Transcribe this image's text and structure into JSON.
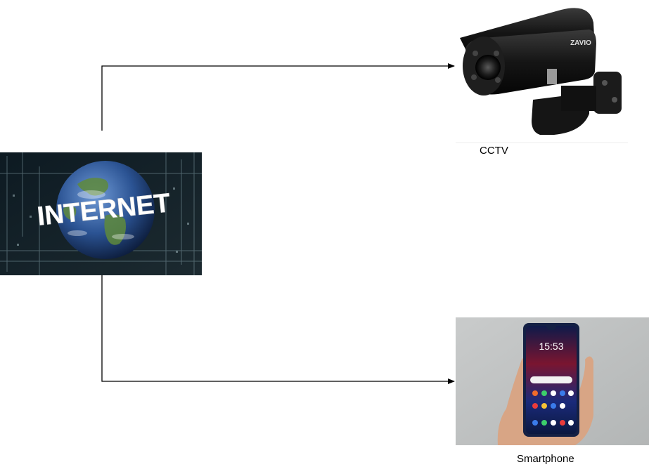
{
  "diagram": {
    "nodes": {
      "internet": {
        "picture": "internet-globe",
        "picture_text": "INTERNET"
      },
      "cctv": {
        "picture": "cctv-camera",
        "picture_text": "ZAVIO",
        "label": "CCTV"
      },
      "smartphone": {
        "picture": "smartphone-in-hand",
        "picture_text": "15:53",
        "label": "Smartphone"
      }
    },
    "edges": [
      {
        "from": "internet",
        "to": "cctv"
      },
      {
        "from": "internet",
        "to": "smartphone"
      }
    ],
    "colors": {
      "connector": "#000000",
      "background": "#ffffff"
    }
  }
}
